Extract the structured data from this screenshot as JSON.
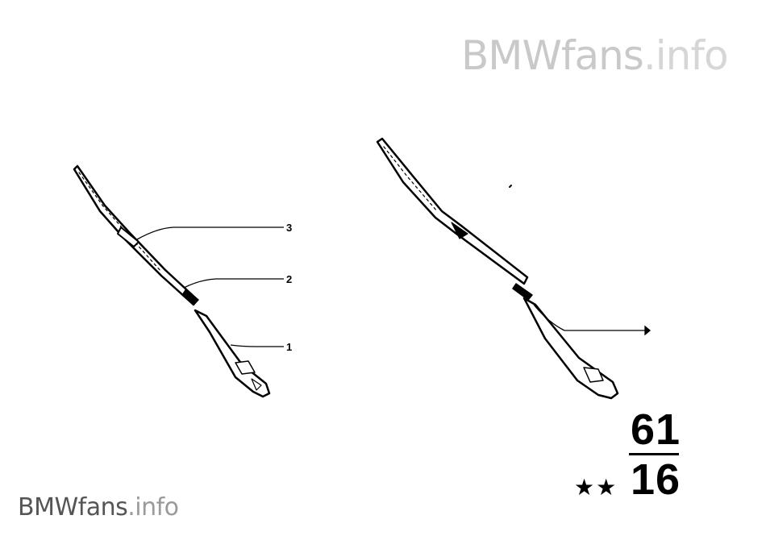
{
  "watermark": {
    "brand": "BMWfans",
    "tld": ".info"
  },
  "callouts": {
    "c1": "1",
    "c2": "2",
    "c3": "3"
  },
  "group_code": {
    "main": "61",
    "sub": "16",
    "stars": "★★"
  }
}
